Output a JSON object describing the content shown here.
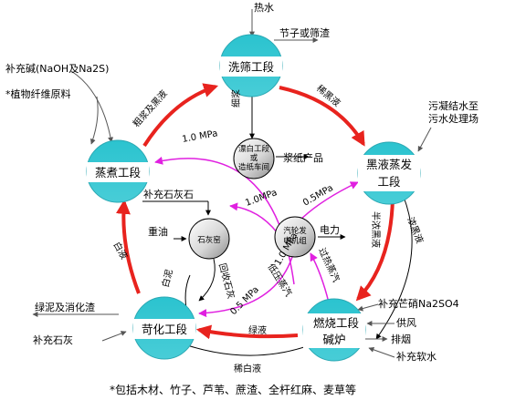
{
  "stages": {
    "washing": "洗筛工段",
    "cooking": "蒸煮工段",
    "black_liquor_evap_1": "黑液蒸发",
    "black_liquor_evap_2": "工段",
    "causticizing": "苛化工段",
    "combustion_1": "燃烧工段",
    "combustion_2": "碱炉"
  },
  "inner_units": {
    "bleach_1": "漂白工段",
    "bleach_2": "或",
    "bleach_3": "造纸车间",
    "lime_kiln": "石灰窑",
    "turbine_1": "汽轮发",
    "turbine_2": "电机组"
  },
  "external_inputs": {
    "hot_water": "热水",
    "alkali_supplement": "补充碱(NaOH及Na2S)",
    "fiber_material": "*植物纤维原料",
    "limestone_supplement": "补充石灰石",
    "heavy_oil": "重油",
    "lime_supplement": "补充石灰",
    "mirabilite_supplement": "补充芒硝Na2SO4",
    "air_supply": "供风",
    "soft_water_supplement": "补充软水"
  },
  "external_outputs": {
    "knots_screenings": "节子或筛渣",
    "condensate_1": "污凝结水至",
    "condensate_2": "污水处理场",
    "pulp_product": "浆纸产品",
    "power": "电力",
    "green_mud": "绿泥及消化渣",
    "flue_gas": "排烟"
  },
  "flow_labels": {
    "crude_pulp_black_liquor": "粗浆及黑液",
    "dilute_black_liquor": "稀黑液",
    "fine_pulp": "细浆",
    "semi_concentrated": "半浓黑液",
    "concentrated_black_liquor": "浓黑液",
    "white_liquor": "白液",
    "green_liquor": "绿液",
    "dilute_white_liquor": "稀白液",
    "white_mud": "白泥",
    "return_lime": "回收石灰",
    "superheated_steam": "过热蒸汽",
    "low_pressure_steam": "低压蒸汽",
    "steam_1mpa_top": "1.0 MPa",
    "steam_1mpa_mid": "1.0MPa",
    "steam_05mpa_mid": "0.5MPa",
    "steam_1mpa_low": "1.0 MPa",
    "steam_05mpa_low": "0.5 MPa"
  },
  "footnote": "*包括木材、竹子、芦苇、蔗渣、全杆红麻、麦草等"
}
